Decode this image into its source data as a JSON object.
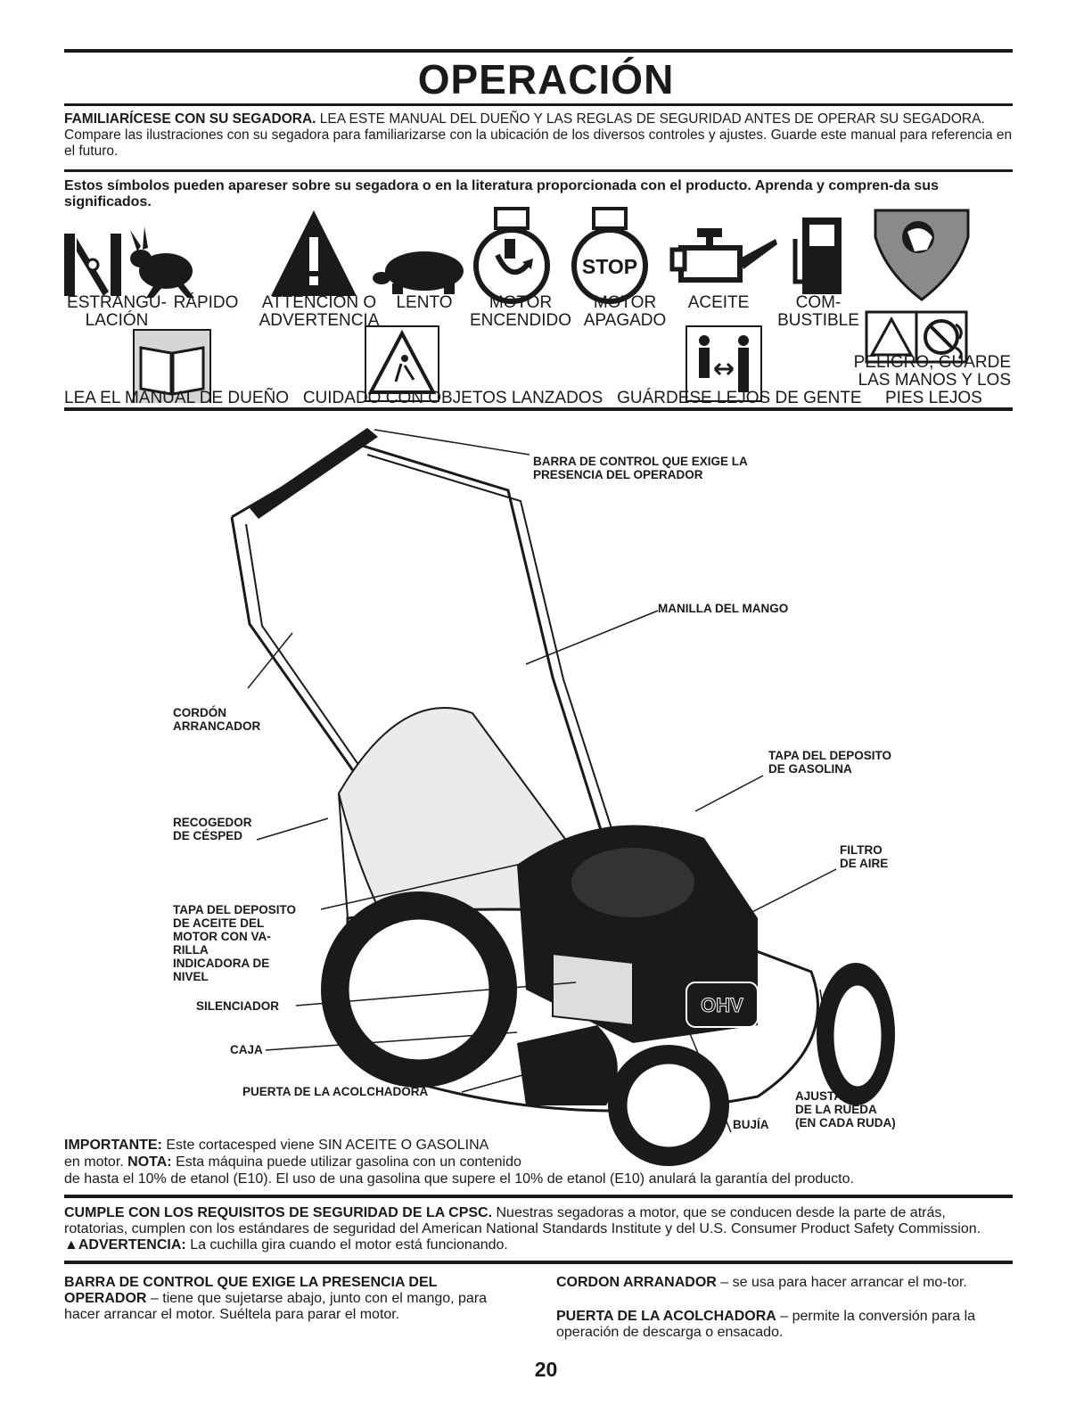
{
  "title": "OPERACIÓN",
  "intro": {
    "lead": "FAMILIARÍCESE CON SU SEGADORA.",
    "text": "LEA ESTE MANUAL DEL DUEÑO Y LAS REGLAS DE SEGURIDAD ANTES DE OPERAR SU SEGADORA. Compare las ilustraciones con su segadora para familiarizarse con la ubicación de los diversos controles y ajustes. Guarde este manual para referencia en el futuro."
  },
  "symbols_heading": "Estos símbolos pueden apareser sobre su segadora o en la literatura proporcionada con el producto. Aprenda y compren-da sus significados.",
  "symbols": {
    "choke": [
      "ESTRANGU-",
      "LACIÓN"
    ],
    "fast": "RÁPIDO",
    "warning": [
      "ATTENCIÓN O",
      "ADVERTENCIA"
    ],
    "slow": "LENTO",
    "engine_on": [
      "MOTOR",
      "ENCENDIDO"
    ],
    "engine_off": [
      "MOTOR",
      "APAGADO"
    ],
    "oil": "ACEITE",
    "fuel": [
      "COM-",
      "BUSTIBLE"
    ],
    "danger": [
      "PELIGRO, GUARDE",
      "LAS MANOS Y LOS"
    ],
    "bottom_row": "LEA EL MANUAL DE DUEÑO   CUIDADO CON OBJETOS LANZADOS   GUÁRDESE LEJOS DE GENTE     PIES LEJOS",
    "stop_text": "STOP"
  },
  "callouts": {
    "control_bar": [
      "BARRA DE CONTROL QUE EXIGE LA",
      "PRESENCIA DEL OPERADOR"
    ],
    "handle_knob": "MANILLA DEL MANGO",
    "starter_rope": [
      "CORDÓN",
      "ARRANCADOR"
    ],
    "fuel_cap": [
      "TAPA DEL DEPOSITO",
      "DE GASOLINA"
    ],
    "grass_catcher": [
      "RECOGEDOR",
      "DE CÉSPED"
    ],
    "air_filter": [
      "FILTRO",
      "DE AIRE"
    ],
    "oil_cap": [
      "TAPA DEL DEPOSITO",
      "DE ACEITE DEL",
      "MOTOR CON VA-",
      "RILLA",
      "INDICADORA DE",
      "NIVEL"
    ],
    "muffler": "SILENCIADOR",
    "housing": "CAJA",
    "mulch_door": "PUERTA DE LA ACOLCHADORA",
    "wheel_adjuster": [
      "AJUSTADOR",
      "DE LA RUEDA",
      "(EN CADA RUDA)"
    ],
    "spark_plug": "BUJÍA",
    "engine_badge": "OHV"
  },
  "important": {
    "label": "IMPORTANTE:",
    "line1": "Este cortacesped viene SIN ACEITE O GASOLINA",
    "line2a": "en motor.",
    "note_label": "NOTA:",
    "line2b": "Esta máquina puede utilizar gasolina con un contenido",
    "line3": "de hasta el 10% de etanol (E10). El uso de una gasolina que supere el 10% de etanol (E10) anulará la garantía del producto."
  },
  "cpsc": {
    "lead": "CUMPLE CON LOS REQUISITOS DE SEGURIDAD DE LA CPSC.",
    "text": "Nuestras segadoras a motor, que se conducen desde la parte de atrás, rotatorias, cumplen con los estándares de seguridad del American National Standards Institute y del U.S. Consumer Product Safety Commission.",
    "warn_label": "ADVERTENCIA:",
    "warn_text": "La cuchilla gira cuando el motor está funcionando."
  },
  "definitions": {
    "left_lead": "BARRA DE CONTROL QUE EXIGE LA PRESENCIA DEL OPERADOR",
    "left_text": "– tiene que sujetarse abajo, junto con el mango, para hacer arrancar el motor. Suéltela para parar el motor.",
    "right1_lead": "CORDON ARRANADOR",
    "right1_text": "– se usa para hacer arrancar el mo-tor.",
    "right2_lead": "PUERTA DE LA ACOLCHADORA",
    "right2_text": "– permite la conversión para la operación de descarga o ensacado."
  },
  "page_number": "20"
}
